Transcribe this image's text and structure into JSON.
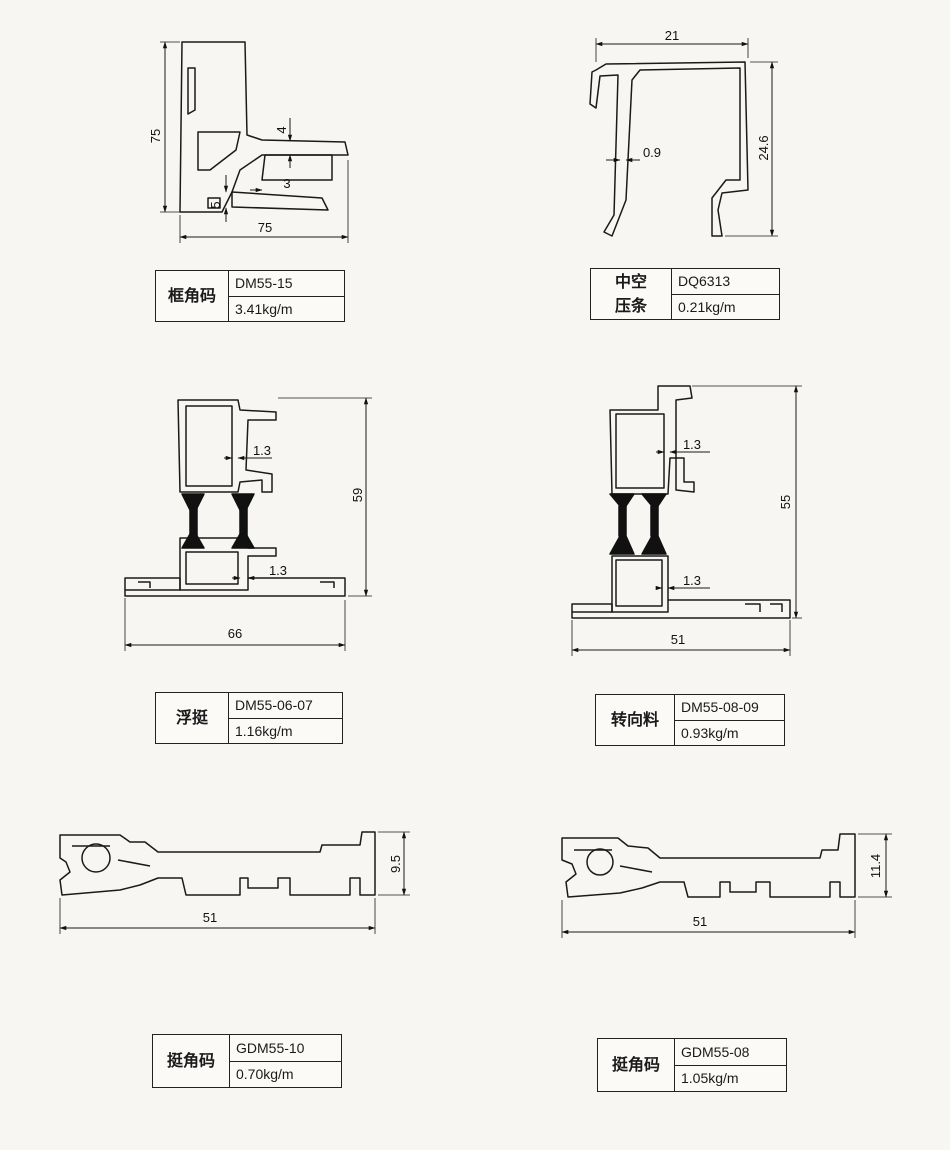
{
  "profiles": [
    {
      "name": "框角码",
      "code": "DM55-15",
      "weight": "3.41kg/m",
      "dims": [
        "75",
        "75",
        "4",
        "3",
        "5"
      ]
    },
    {
      "name_lines": [
        "中空",
        "压条"
      ],
      "code": "DQ6313",
      "weight": "0.21kg/m",
      "dims": [
        "21",
        "24.6",
        "0.9"
      ]
    },
    {
      "name": "浮挺",
      "code": "DM55-06-07",
      "weight": "1.16kg/m",
      "dims": [
        "59",
        "66",
        "1.3",
        "1.3"
      ]
    },
    {
      "name": "转向料",
      "code": "DM55-08-09",
      "weight": "0.93kg/m",
      "dims": [
        "55",
        "51",
        "1.3",
        "1.3"
      ]
    },
    {
      "name": "挺角码",
      "code": "GDM55-10",
      "weight": "0.70kg/m",
      "dims": [
        "9.5",
        "51"
      ]
    },
    {
      "name": "挺角码",
      "code": "GDM55-08",
      "weight": "1.05kg/m",
      "dims": [
        "11.4",
        "51"
      ]
    }
  ],
  "colors": {
    "line": "#1a1a1a",
    "paper": "#f7f6f3",
    "gasket": "#111111"
  }
}
